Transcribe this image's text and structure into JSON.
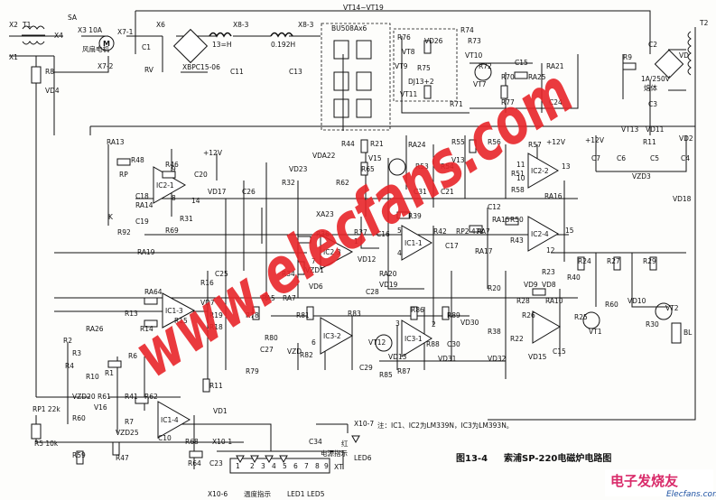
{
  "figure": {
    "caption_number": "图13-4",
    "caption_title": "索浦SP-220电磁炉电路图",
    "note": "注：IC1、IC2为LM339N，IC3为LM393N。",
    "watermark": "www.elecfans.com",
    "logo_cn": "电子发烧友",
    "logo_en": "Elecfans.com"
  },
  "labels": {
    "X2": "X2",
    "T1": "T1",
    "X4": "X4",
    "SA": "SA",
    "X3": "X3 10A",
    "X6": "X6",
    "X8_3": "X8-3",
    "X8_3b": "X8-3",
    "VT14": "VT14~VT19",
    "X1": "X1",
    "fan": "风扇电机",
    "X7_1": "X7-1",
    "X7_2": "X7-2",
    "C1": "C1",
    "RV": "RV",
    "bridge": "XBPC15-06",
    "L1": "13=H",
    "L2": "0.192H",
    "C11": "C11",
    "C13": "C13",
    "IGBT": "BU508Ax6",
    "R76": "R76",
    "VT8": "VT8",
    "VD26": "VD26",
    "VT9": "VT9",
    "R75": "R75",
    "R73": "R73",
    "R74": "R74",
    "VT10": "VT10",
    "R72": "R72",
    "C15": "C15",
    "RA21": "RA21",
    "DJ13": "DJ13+2",
    "VT11": "VT11",
    "R71": "R71",
    "R70": "R70",
    "RA25": "RA25",
    "VT7": "VT7",
    "R77": "R77",
    "C24": "C24",
    "T2": "T2",
    "C2": "C2",
    "R9": "R9",
    "VD": "VD",
    "fuse": "1A/250V",
    "fuse2": "熔体",
    "C3": "C3",
    "VT13": "VT13",
    "VD11": "VD11",
    "V12": "+12V",
    "R11": "R11",
    "VD2": "VD2",
    "C7": "C7",
    "C6": "C6",
    "C5": "C5",
    "C4": "C4",
    "VZD3": "VZD3",
    "R8": "R8",
    "VD4": "VD4",
    "RA13": "RA13",
    "R48": "R48",
    "RP": "RP",
    "C18": "C18",
    "R46": "R46",
    "IC2_1": "IC2-1",
    "C20": "C20",
    "V12b": "+12V",
    "VD17": "VD17",
    "C19": "C19",
    "RA14": "RA14",
    "R92": "R92",
    "R69": "R69",
    "R31": "R31",
    "K": "K",
    "R44": "R44",
    "R21": "R21",
    "VDA22": "VDA22",
    "VD23": "VD23",
    "V15": "V15",
    "R65": "R65",
    "R62": "R62",
    "RA24": "RA24",
    "R53": "R53",
    "R54": "R54",
    "R55": "R55",
    "R56": "R56",
    "R57": "R57",
    "V13": "V13",
    "C31": "C31",
    "C21": "C21",
    "C26": "C26",
    "R32": "R32",
    "R51": "R51",
    "R58": "R58",
    "IC2_2": "IC2-2",
    "RA16": "RA16",
    "V12c": "+12V",
    "VD18": "VD18",
    "C12": "C12",
    "XA23": "XA23",
    "R39": "R39",
    "RA15": "RA15",
    "R50": "R50",
    "R42": "R42",
    "RP2": "RP2 47k",
    "RA7": "RA7",
    "R43": "R43",
    "IC2_4": "IC2-4",
    "R36": "R36",
    "IC2_3": "IC2-3",
    "R37": "R37",
    "C16": "C16",
    "IC1_1": "IC1-1",
    "C17": "C17",
    "RA19": "RA19",
    "RA17": "RA17",
    "R34": "R34",
    "VZD1": "VZD1",
    "VD12": "VD12",
    "RA20": "RA20",
    "R24": "R24",
    "R27": "R27",
    "R29": "R29",
    "C25": "C25",
    "R16": "R16",
    "RA5": "RA5",
    "RA7b": "RA7",
    "VD6": "VD6",
    "C28": "C28",
    "VD19": "VD19",
    "VD9": "VD9",
    "R40": "R40",
    "R23": "R23",
    "VD8": "VD8",
    "RA64": "RA64",
    "IC1_3": "IC1-3",
    "VD7": "VD7",
    "R13": "R13",
    "R15": "R15",
    "R19": "R19",
    "R18": "R18",
    "RA26": "RA26",
    "R14": "R14",
    "R78": "R78",
    "R81": "R81",
    "R83": "R83",
    "R86": "R86",
    "R89": "R89",
    "VD30": "VD30",
    "R20": "R20",
    "R28": "R28",
    "RA10": "RA10",
    "IC3_2": "IC3-2",
    "IC3_1": "IC3-1",
    "R26": "R26",
    "R25": "R25",
    "VT1": "VT1",
    "R60b": "R60",
    "VD10": "VD10",
    "VT2": "VT2",
    "R30": "R30",
    "BL": "BL",
    "R80": "R80",
    "C27": "C27",
    "VZD": "VZD",
    "R82": "R82",
    "VT12": "VT12",
    "R88": "R88",
    "C30": "C30",
    "VD31": "VD31",
    "R38": "R38",
    "R22": "R22",
    "RP1": "RP1 22k",
    "R79": "R79",
    "C29": "C29",
    "R85": "R85",
    "R87": "R87",
    "VD32": "VD32",
    "VD15": "VD15",
    "C15b": "C15",
    "R2": "R2",
    "R3": "R3",
    "R4": "R4",
    "R6": "R6",
    "R10": "R10",
    "R11b": "R11",
    "R1": "R1",
    "VZD20": "VZD20",
    "R61": "R61",
    "R41": "R41",
    "R62b": "R62",
    "V16": "V16",
    "R60": "R60",
    "R7": "R7",
    "IC1_4": "IC1-4",
    "VD1": "VD1",
    "VZD25": "VZD25",
    "C10": "C10",
    "R47": "R47",
    "R59": "R59",
    "R5": "R5 10k",
    "R68": "R68",
    "X10_1": "X10-1",
    "C34": "C34",
    "C23": "C23",
    "R64": "R64",
    "X10_6": "X10-6",
    "X10_7": "X10-7",
    "XT": "XT",
    "LED6": "LED6",
    "led_power": "电源指示",
    "red": "红",
    "temp_led": "温度指示",
    "LED1": "LED1",
    "LED5": "LED5",
    "VD13": "VD13",
    "n1": "1",
    "n2": "2",
    "n3": "3",
    "n4": "4",
    "n5": "5",
    "n6": "6",
    "n7": "7",
    "n8": "8",
    "n9": "9",
    "p14": "14",
    "p13": "13",
    "p12": "12",
    "p11": "11",
    "p10": "10",
    "p9": "9",
    "p8": "8",
    "p7": "7",
    "p6": "6",
    "p5": "5",
    "p4": "4",
    "p3": "3",
    "p2": "2",
    "p1": "1",
    "p15": "15"
  }
}
